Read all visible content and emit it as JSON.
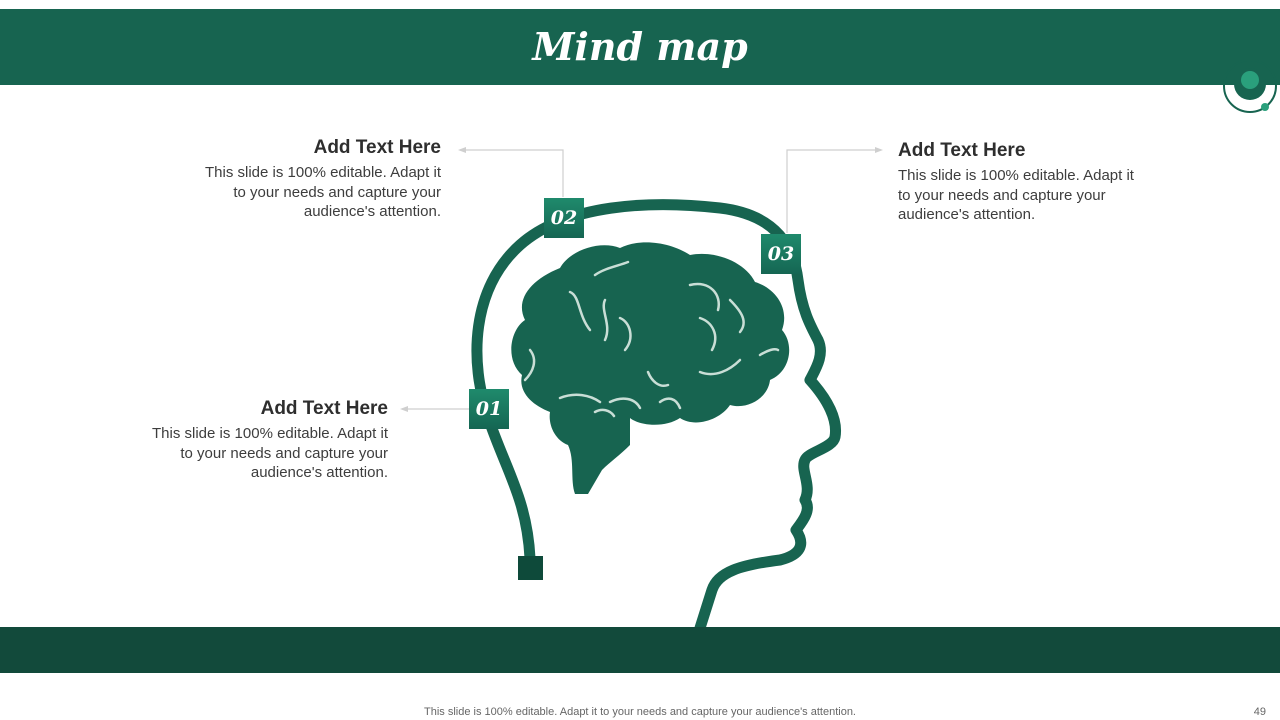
{
  "slide": {
    "title": "Mind map",
    "footer_note": "This slide is 100% editable. Adapt it to your needs and capture your audience's attention.",
    "page_number": "49"
  },
  "items": [
    {
      "number": "01",
      "heading": "Add Text Here",
      "body": "This slide is 100% editable. Adapt it to your needs and capture your audience's attention."
    },
    {
      "number": "02",
      "heading": "Add Text Here",
      "body": "This slide is 100% editable. Adapt it to your needs and capture your audience's attention."
    },
    {
      "number": "03",
      "heading": "Add Text Here",
      "body": "This slide is 100% editable. Adapt it to your needs and capture your audience's attention."
    }
  ],
  "colors": {
    "primary": "#176450",
    "dark": "#124a3b",
    "badge": "#1f8a6c",
    "brain_folds": "#c9ded6"
  },
  "icons": [
    "brain-icon",
    "head-profile-icon",
    "orbit-decoration-icon"
  ]
}
